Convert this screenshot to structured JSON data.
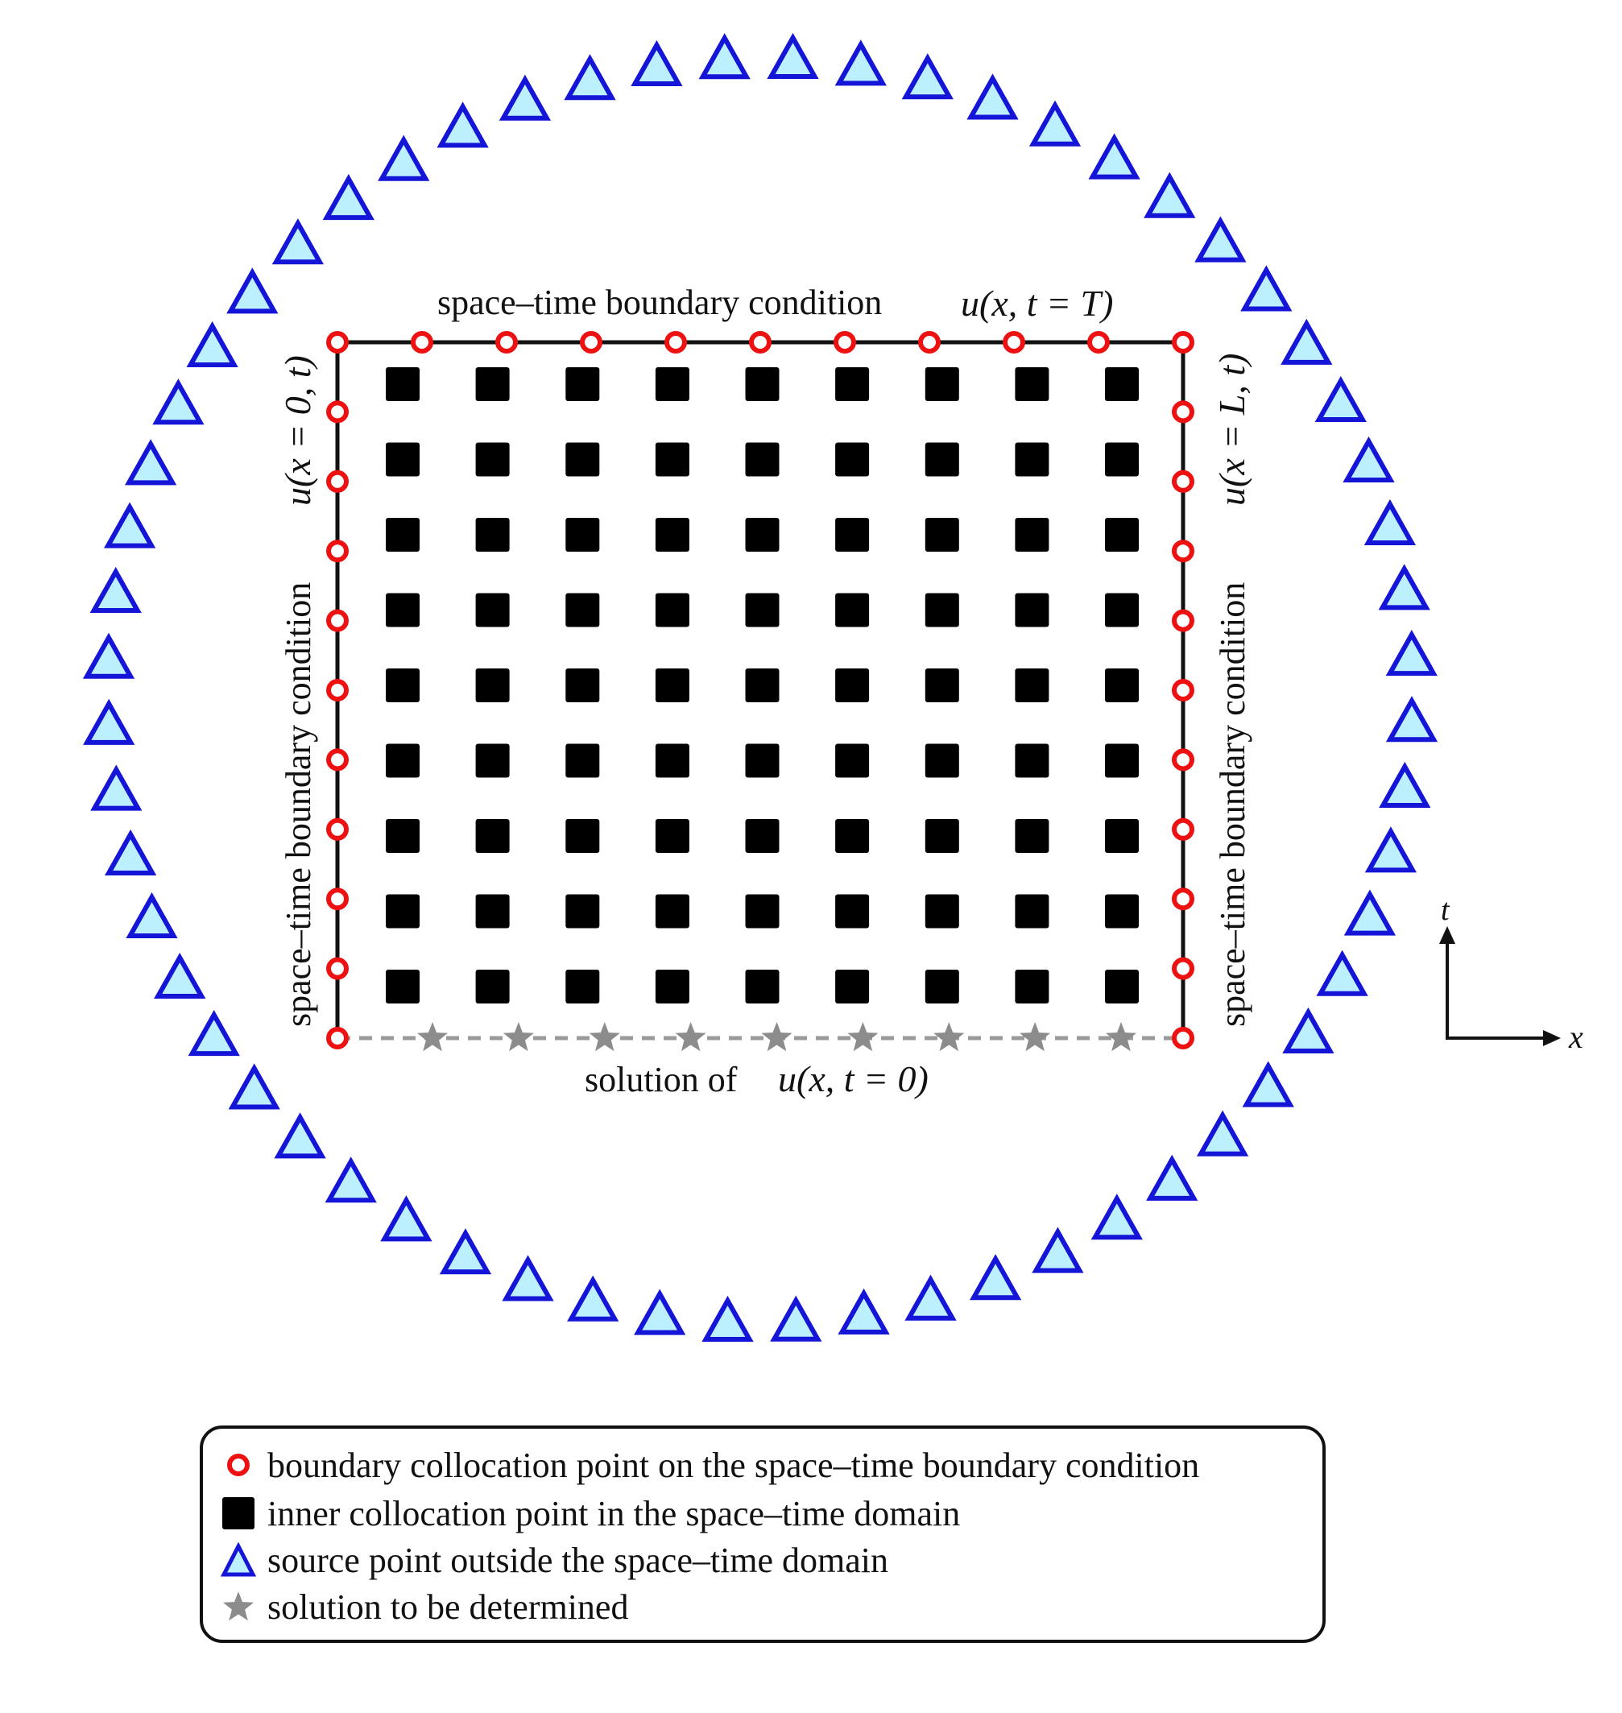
{
  "labels": {
    "top_text": "space–time boundary condition",
    "top_math": "u(x, t = T)",
    "left_text": "space–time boundary condition",
    "left_math": "u(x = 0, t)",
    "right_text": "space–time boundary condition",
    "right_math": "u(x = L, t)",
    "bottom_text": "solution of",
    "bottom_math": "u(x, t = 0)",
    "axis_t": "t",
    "axis_x": "x"
  },
  "legend": {
    "items": [
      {
        "symbol": "red-circle-icon",
        "label": "boundary collocation point on the space–time boundary condition"
      },
      {
        "symbol": "black-square-icon",
        "label": "inner collocation point in the space–time domain"
      },
      {
        "symbol": "blue-triangle-icon",
        "label": "source point outside the space–time domain"
      },
      {
        "symbol": "gray-star-icon",
        "label": "solution to be determined"
      }
    ]
  },
  "colors": {
    "boundary_point": "#ee1111",
    "inner_point": "#000000",
    "source_point_stroke": "#1515d8",
    "source_point_fill": "#bdf0ff",
    "unknown_point": "#8c8c8c"
  },
  "counts": {
    "inner_columns": 9,
    "inner_rows": 9,
    "top_boundary_points": 11,
    "side_boundary_points": 9,
    "unknown_points": 9,
    "source_points": 60
  }
}
